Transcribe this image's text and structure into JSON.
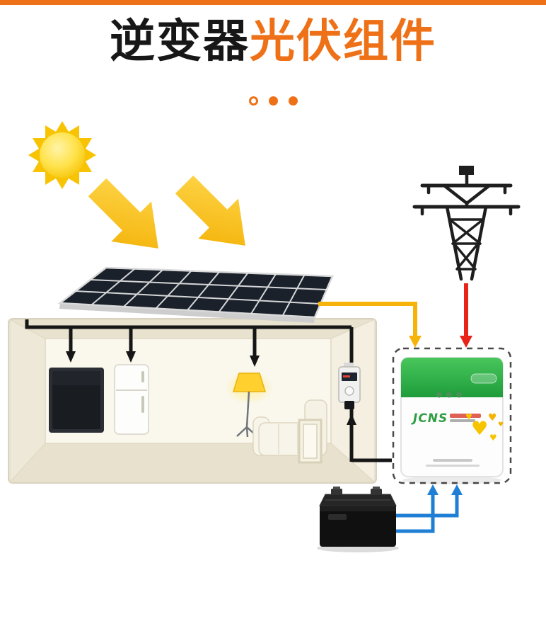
{
  "header": {
    "accent_bar_color": "#ee7118",
    "title": {
      "black": "逆变器",
      "orange": "光伏组件"
    }
  },
  "carousel": {
    "dots": [
      "outline",
      "filled",
      "filled"
    ]
  },
  "inverter": {
    "brand": "JCNS",
    "panel_color_top": "#49c75c",
    "panel_color_bottom": "#1e9c3b"
  },
  "colors": {
    "accent_orange": "#ee7118",
    "sun_yellow": "#f8c303",
    "arrow_yellow": "#fbc608",
    "wire_yellow": "#f6b40a",
    "wire_red": "#e8231a",
    "wire_blue": "#1f7fd4",
    "wire_black": "#161616",
    "panel_dark": "#1a212b",
    "house_cream": "#f1ecdf"
  },
  "diagram_parts": [
    "sun-icon",
    "sunlight-arrows",
    "solar-panel",
    "house",
    "tv",
    "refrigerator",
    "floor-lamp",
    "sofa",
    "mirror-frame",
    "electric-meter",
    "power-tower",
    "grid-wire-red",
    "pv-wire-yellow",
    "load-wire-black",
    "battery",
    "battery-wires-blue",
    "inverter-unit"
  ]
}
